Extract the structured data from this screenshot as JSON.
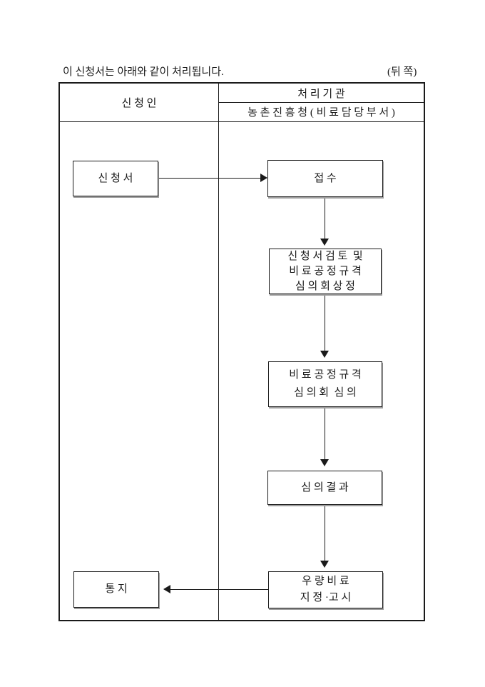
{
  "page": {
    "intro_text": "이 신청서는 아래와 같이 처리됩니다.",
    "side_label": "(뒤 쪽)"
  },
  "table": {
    "applicant_header": "신 청 인",
    "agency_header": "처 리 기 관",
    "agency_subheader": "농 촌 진 흥 청 ( 비 료 담 당 부 서 )"
  },
  "flow": {
    "application": "신 청 서",
    "receipt": "접 수",
    "review": [
      "신 청 서 검 토  및",
      "비 료 공 정 규 격",
      "심 의 회 상 정"
    ],
    "committee": [
      "비 료 공 정 규 격",
      "심 의 회  심 의"
    ],
    "result": "심 의 결 과",
    "designation": [
      "우 량 비 료",
      "지 정 ·고 시"
    ],
    "notice": "통 지"
  },
  "colors": {
    "line": "#1a1a1a",
    "shadow": "#9e9e9e",
    "background": "#ffffff"
  }
}
